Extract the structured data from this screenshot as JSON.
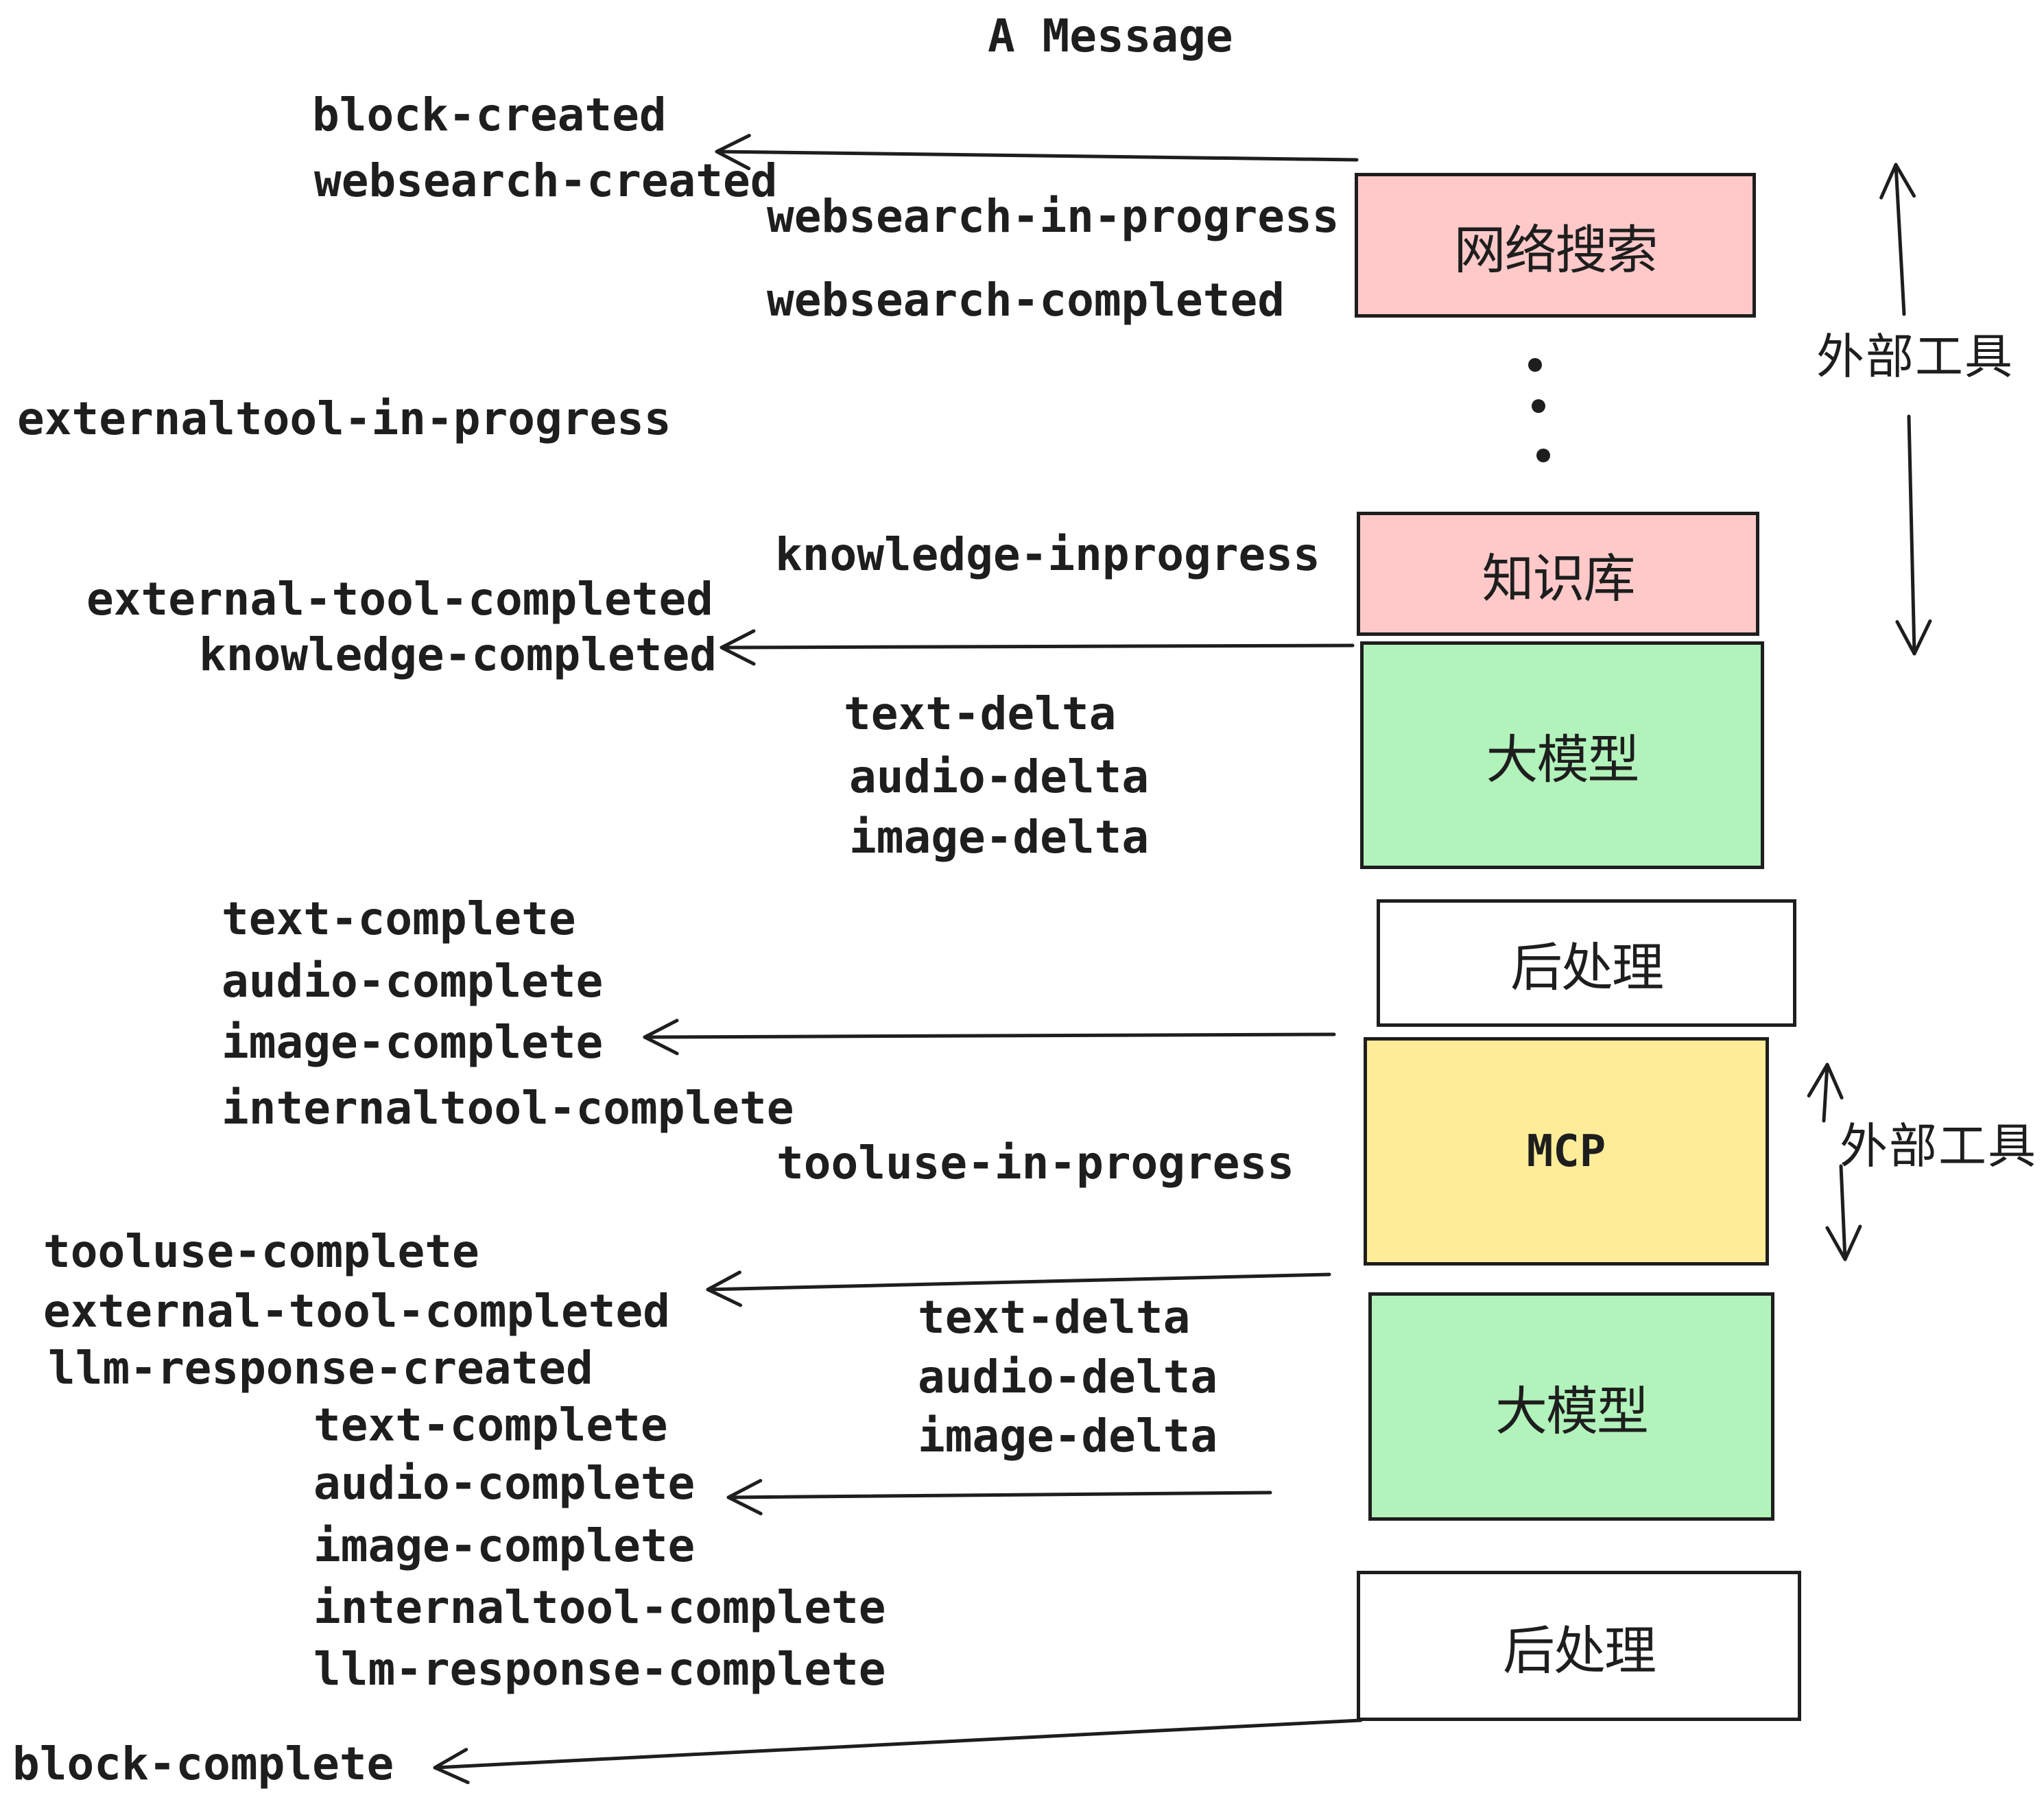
{
  "page": {
    "title": "A Message",
    "background": "#ffffff"
  },
  "colors": {
    "ink": "#1e1e1e",
    "pink": "#ffc9c9",
    "green": "#b2f2bb",
    "yellow": "#ffec99",
    "white": "#ffffff"
  },
  "boxes": [
    {
      "id": "websearch",
      "label": "网络搜索",
      "color": "#ffc9c9"
    },
    {
      "id": "knowledge",
      "label": "知识库",
      "color": "#ffc9c9"
    },
    {
      "id": "llm-1",
      "label": "大模型",
      "color": "#b2f2bb"
    },
    {
      "id": "postprocess-1",
      "label": "后处理",
      "color": "#ffffff"
    },
    {
      "id": "mcp",
      "label": "MCP",
      "color": "#ffec99"
    },
    {
      "id": "llm-2",
      "label": "大模型",
      "color": "#b2f2bb"
    },
    {
      "id": "postprocess-2",
      "label": "后处理",
      "color": "#ffffff"
    }
  ],
  "side_labels": [
    {
      "text": "外部工具"
    },
    {
      "text": "外部工具"
    }
  ],
  "events": [
    {
      "text": "block-created"
    },
    {
      "text": "websearch-created"
    },
    {
      "text": "websearch-in-progress"
    },
    {
      "text": "websearch-completed"
    },
    {
      "text": "externaltool-in-progress"
    },
    {
      "text": "knowledge-inprogress"
    },
    {
      "text": "external-tool-completed"
    },
    {
      "text": "knowledge-completed"
    },
    {
      "text": "text-delta"
    },
    {
      "text": "audio-delta"
    },
    {
      "text": "image-delta"
    },
    {
      "text": "text-complete"
    },
    {
      "text": "audio-complete"
    },
    {
      "text": "image-complete"
    },
    {
      "text": "internaltool-complete"
    },
    {
      "text": "tooluse-in-progress"
    },
    {
      "text": "tooluse-complete"
    },
    {
      "text": "external-tool-completed"
    },
    {
      "text": "llm-response-created"
    },
    {
      "text": "text-complete"
    },
    {
      "text": "audio-complete"
    },
    {
      "text": "image-complete"
    },
    {
      "text": "internaltool-complete"
    },
    {
      "text": "llm-response-complete"
    },
    {
      "text": "text-delta"
    },
    {
      "text": "audio-delta"
    },
    {
      "text": "image-delta"
    },
    {
      "text": "block-complete"
    }
  ]
}
